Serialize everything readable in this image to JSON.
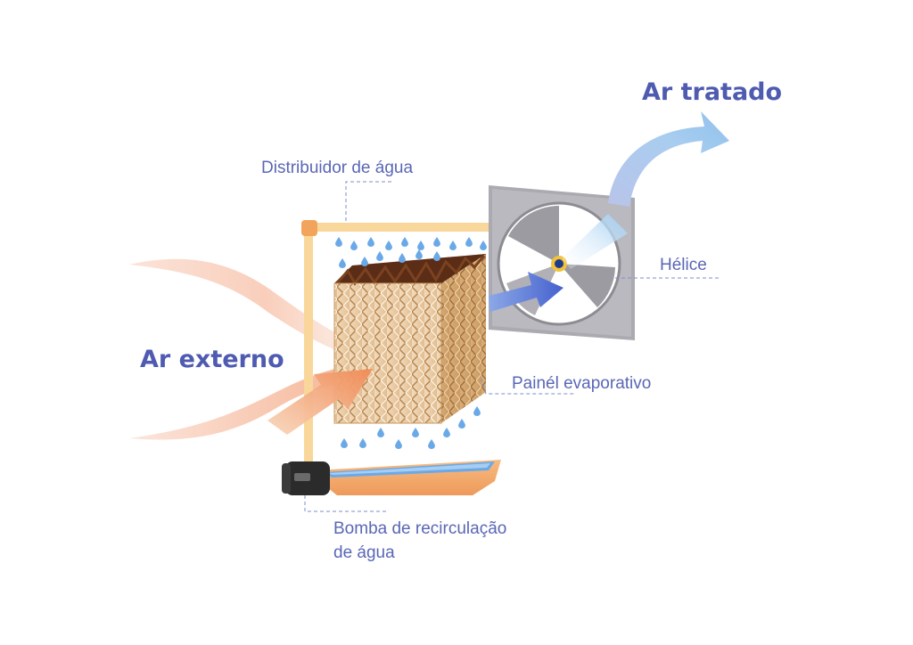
{
  "labels": {
    "treated_air": "Ar tratado",
    "external_air": "Ar externo",
    "water_distributor": "Distribuidor de água",
    "propeller": "Hélice",
    "evaporative_panel": "Painél evaporativo",
    "pump_line1": "Bomba de recirculação",
    "pump_line2": "de água"
  },
  "colors": {
    "label_text": "#5a67b5",
    "pipe": "#f9d79a",
    "pipe_elbow": "#f3a45c",
    "pad_light": "#e3c195",
    "pad_dark": "#5b2c16",
    "water_drop": "#6aa9e8",
    "fan_frame": "#aaaab0",
    "warm_air": "#f3a57a",
    "cool_air": "#8fc1ee",
    "inner_arrow": "#4f6fd2",
    "tray": "#f2a86c",
    "pump": "#2b2b2b",
    "leader_line": "#7a8fc8"
  }
}
